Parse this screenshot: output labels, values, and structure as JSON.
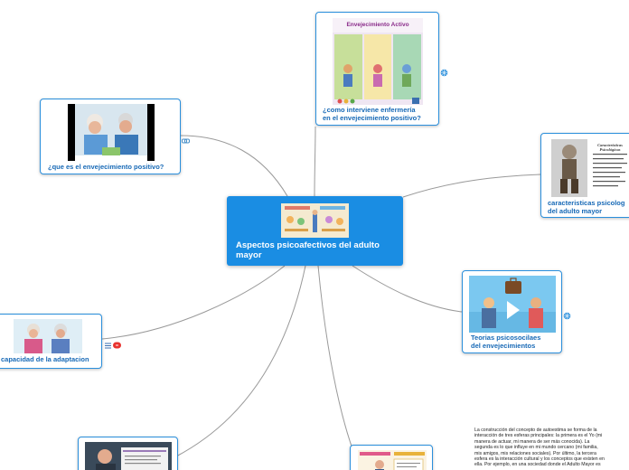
{
  "root": {
    "label": "Aspectos psicoafectivos del adulto mayor"
  },
  "nodes": {
    "top": {
      "title": "Envejecimiento Activo",
      "label_line1": "¿como interviene enfermería",
      "label_line2": "en el envejecimiento positivo?"
    },
    "left_top": {
      "label": "¿que es el envejecimiento positivo?"
    },
    "right_top": {
      "poster_title": "Características Psicológicas",
      "label_line1": "caracteristicas psicolog",
      "label_line2": "del adulto mayor"
    },
    "right_mid": {
      "label_line1": "Teorias psicosocilaes",
      "label_line2": "del envejecimientos"
    },
    "left_mid": {
      "label": "capacidad de la adaptacion"
    }
  },
  "notes": [
    "La construcción del concepto de autoestima se forma de la",
    "interacción de tres esferas principales: la primera es el Yo (mi",
    "manera de actuar, mi manera de ser más conocida). La",
    "segunda es lo que influye en mi mundo cercano (mi familia,",
    "mis amigos, mis relaciones sociales). Por último, la tercera",
    "esfera es la interacción cultural y los conceptos que existen en",
    "ella. Por ejemplo, en una sociedad donde el Adulto Mayor es"
  ],
  "colors": {
    "accent": "#1a8de3",
    "border": "#2a8fdc",
    "label": "#1769b6",
    "link": "#9a9a9a",
    "badge": "#e8332f"
  },
  "icons": [
    "globe-icon",
    "link-icon",
    "notes-icon",
    "badge-icon"
  ]
}
